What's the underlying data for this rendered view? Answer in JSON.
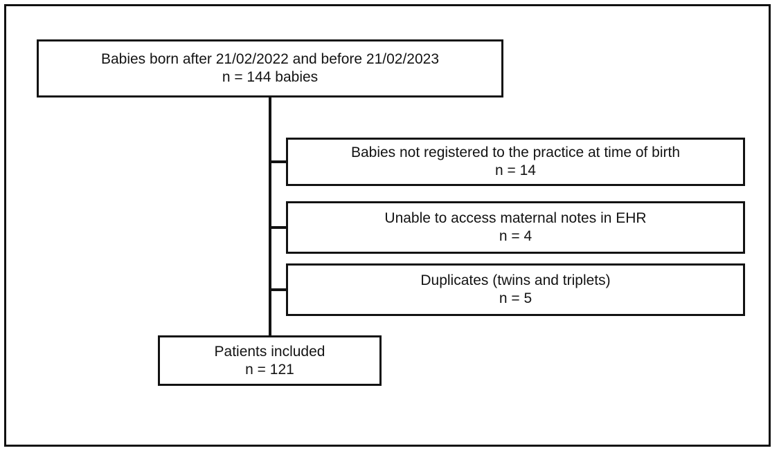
{
  "figure": {
    "type": "flowchart",
    "orientation": "vertical-with-right-exclusions",
    "frame_color": "#111111",
    "box_border_color": "#121212",
    "text_color": "#131313",
    "background_color": "#ffffff"
  },
  "source": {
    "line1": "Babies born after 21/02/2022 and before 21/02/2023",
    "line2": "n = 144 babies",
    "count": 144
  },
  "exclusions": [
    {
      "line1": "Babies not registered to the practice at time of birth",
      "line2": "n = 14",
      "count": 14
    },
    {
      "line1": "Unable to access maternal notes in EHR",
      "line2": "n = 4",
      "count": 4
    },
    {
      "line1": "Duplicates (twins and triplets)",
      "line2": "n = 5",
      "count": 5
    }
  ],
  "included": {
    "line1": "Patients included",
    "line2": "n = 121",
    "count": 121
  }
}
